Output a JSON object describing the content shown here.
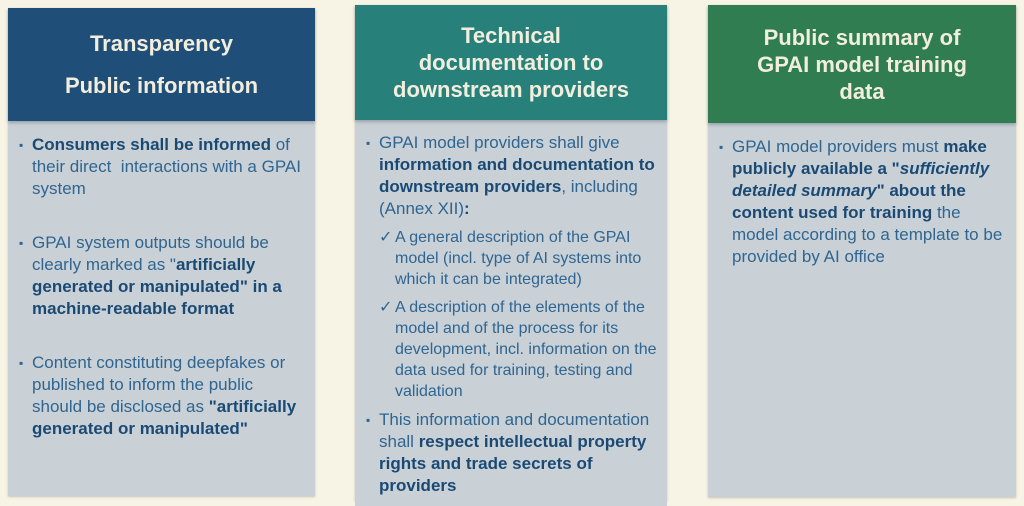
{
  "colors": {
    "page_bg": "#F7F3E5",
    "header_text": "#F2EEDE",
    "col1_header_bg": "#1F4E78",
    "col2_header_bg": "#28807B",
    "col3_header_bg": "#2F7D50",
    "body_bg": "#C9D1D7",
    "text_regular": "#2F6590",
    "text_bold": "#1A4A74"
  },
  "icons": {
    "bullet": "▪",
    "check": "✓"
  },
  "columns": [
    {
      "id": "transparency",
      "header": {
        "lines": [
          "Transparency",
          "Public information"
        ]
      },
      "bullets": [
        {
          "segments": [
            {
              "text": "Consumers shall be informed",
              "style": "bold"
            },
            {
              "text": " of their direct  interactions with a GPAI system",
              "style": "regular"
            }
          ]
        },
        {
          "segments": [
            {
              "text": "GPAI system outputs should be clearly marked as \"",
              "style": "regular"
            },
            {
              "text": "artificially generated or manipulated\" in a machine-readable format",
              "style": "bold"
            }
          ]
        },
        {
          "segments": [
            {
              "text": "Content constituting deepfakes or published to inform the public should be disclosed as ",
              "style": "regular"
            },
            {
              "text": "\"artificially generated or manipulated\"",
              "style": "bold"
            }
          ]
        }
      ]
    },
    {
      "id": "technical-documentation",
      "header": {
        "lines": [
          "Technical",
          "documentation to",
          "downstream providers"
        ]
      },
      "bullets": [
        {
          "type": "bullet",
          "segments": [
            {
              "text": "GPAI model providers shall give ",
              "style": "regular"
            },
            {
              "text": "information and documentation to downstream providers",
              "style": "bold"
            },
            {
              "text": ", including (Annex XII)",
              "style": "regular"
            },
            {
              "text": ":",
              "style": "bold"
            }
          ]
        },
        {
          "type": "check",
          "segments": [
            {
              "text": "A general description of the GPAI model (incl. type of AI systems into which it can be integrated)",
              "style": "regular"
            }
          ]
        },
        {
          "type": "check",
          "segments": [
            {
              "text": "A description of the elements of the model and of the process for its development, incl. information on the data used for training, testing and validation",
              "style": "regular"
            }
          ]
        },
        {
          "type": "bullet",
          "segments": [
            {
              "text": "This information and documentation shall ",
              "style": "regular"
            },
            {
              "text": "respect intellectual property rights and trade secrets of providers",
              "style": "bold"
            }
          ]
        }
      ]
    },
    {
      "id": "training-data-summary",
      "header": {
        "lines": [
          "Public summary of",
          "GPAI model training",
          "data"
        ]
      },
      "bullets": [
        {
          "segments": [
            {
              "text": "GPAI model providers must ",
              "style": "regular"
            },
            {
              "text": "make publicly available a \"",
              "style": "bold"
            },
            {
              "text": "sufficiently detailed summary",
              "style": "bold-italic"
            },
            {
              "text": "\" about the content used for training",
              "style": "bold"
            },
            {
              "text": " the model according to a template to be provided by AI office",
              "style": "regular"
            }
          ]
        }
      ]
    }
  ]
}
